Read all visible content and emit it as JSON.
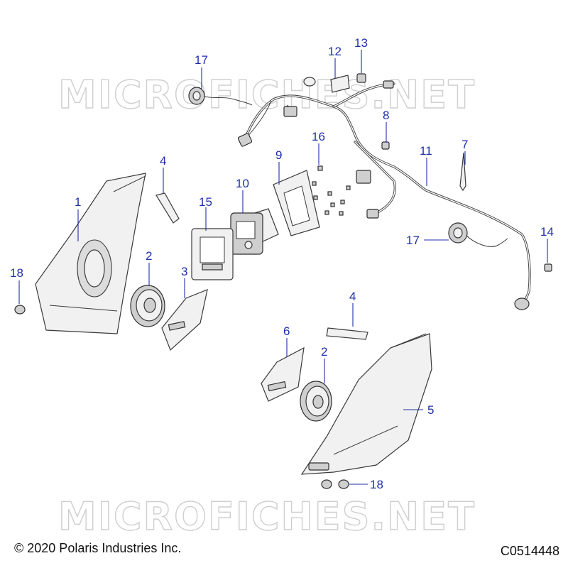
{
  "watermark": {
    "text": "MICROFICHES.NET"
  },
  "footer": {
    "copyright": "© 2020 Polaris Industries Inc.",
    "diagram_code": "C0514448"
  },
  "callouts": {
    "c1": "1",
    "c2a": "2",
    "c2b": "2",
    "c3": "3",
    "c4a": "4",
    "c4b": "4",
    "c5": "5",
    "c6": "6",
    "c7": "7",
    "c8": "8",
    "c9": "9",
    "c10": "10",
    "c11": "11",
    "c12": "12",
    "c13": "13",
    "c14": "14",
    "c15": "15",
    "c16": "16",
    "c17a": "17",
    "c17b": "17",
    "c18a": "18",
    "c18b": "18"
  },
  "colors": {
    "callout": "#1f2fa8",
    "line": "#3a3a3a",
    "watermark": "#cfcfcf"
  }
}
